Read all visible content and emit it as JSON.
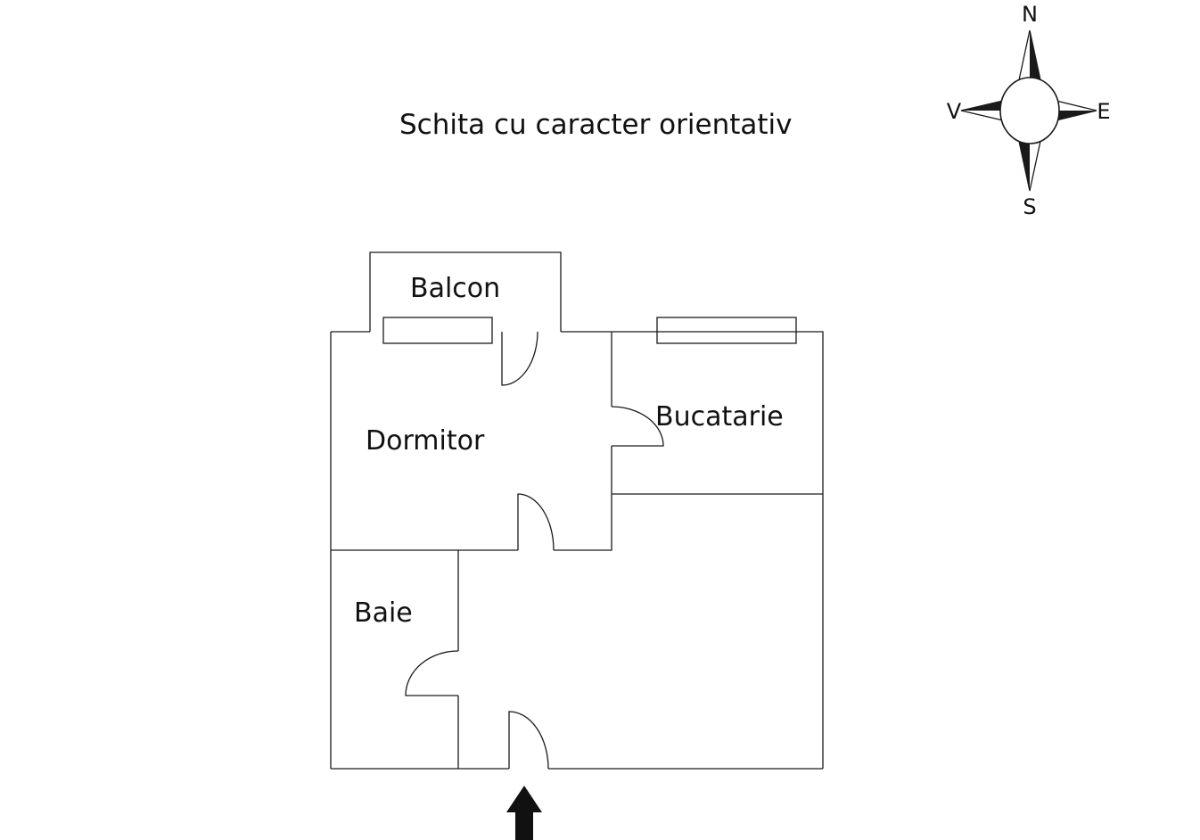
{
  "title": "Schita cu caracter orientativ",
  "rooms": {
    "balcony": "Balcon",
    "bedroom": "Dormitor",
    "kitchen": "Bucatarie",
    "bathroom": "Baie"
  },
  "compass": {
    "north": "N",
    "south": "S",
    "east": "E",
    "west": "V"
  },
  "colors": {
    "line": "#1a1a1a",
    "background": "#ffffff"
  },
  "icons": {
    "entrance": "entrance-arrow-icon",
    "compass": "compass-rose-icon"
  }
}
